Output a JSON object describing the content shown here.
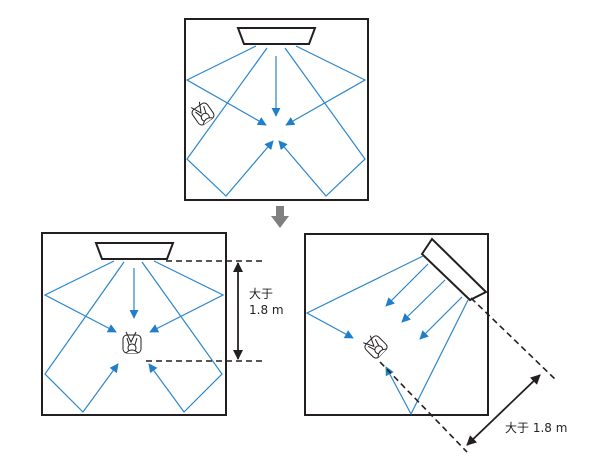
{
  "figure": {
    "description": "Soundbar placement: beam reflections toward listening position",
    "colors": {
      "beam": "#2a86cc",
      "outline": "#231f20",
      "transition_arrow": "#808080"
    },
    "panels": [
      {
        "id": "top",
        "meaning": "listener off-center; beams converge away from listener"
      },
      {
        "id": "bottom-left",
        "meaning": "listener centered, distance from soundbar",
        "distance_label_line1": "大于",
        "distance_label_line2": "1.8 m"
      },
      {
        "id": "bottom-right",
        "meaning": "soundbar angled toward listener in corner",
        "distance_label": "大于 1.8 m"
      }
    ],
    "transition_icon": "down-arrow-icon"
  }
}
